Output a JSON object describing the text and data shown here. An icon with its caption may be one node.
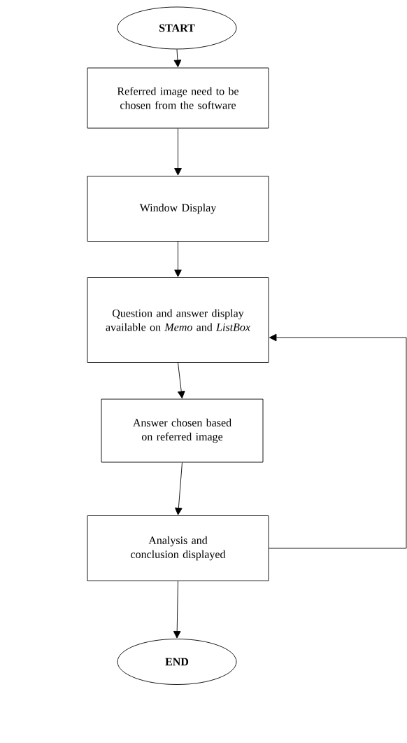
{
  "diagram": {
    "nodes": [
      {
        "text": [
          "START"
        ]
      },
      {
        "text": [
          "Referred image need to be chosen from the software"
        ]
      },
      {
        "text": [
          "Window Display"
        ]
      },
      {
        "text": [
          "Question and answer display available on *Memo* and *ListBox*"
        ]
      },
      {
        "text": [
          "Answer chosen based on referred image"
        ]
      },
      {
        "text": [
          "Analysis and conclusion displayed"
        ]
      },
      {
        "text": [
          "END"
        ]
      }
    ],
    "edges": [
      {
        "from": 0,
        "to": 1,
        "arrow": "to"
      },
      {
        "from": 1,
        "to": 2,
        "arrow": "to"
      },
      {
        "from": 2,
        "to": 3,
        "arrow": "to"
      },
      {
        "from": 3,
        "to": 4,
        "arrow": "to"
      },
      {
        "from": 4,
        "to": 5,
        "arrow": "to"
      },
      {
        "from": 5,
        "to": 6,
        "arrow": "to"
      },
      {
        "from": 5,
        "to": 3,
        "arrow": "to"
      }
    ]
  }
}
